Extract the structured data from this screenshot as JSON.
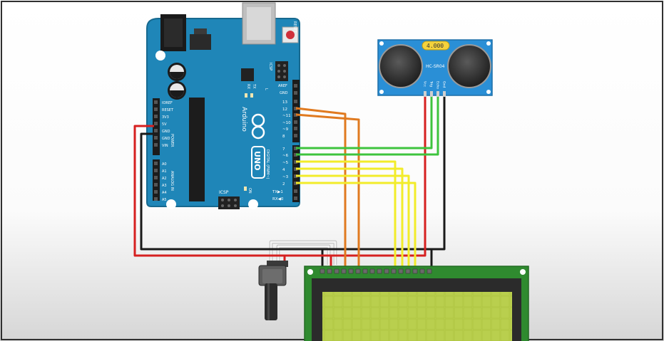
{
  "arduino": {
    "reset_label": "RESET",
    "icsp_label": "ICSP",
    "icsp2_label": "ICSP",
    "tx_label": "TX",
    "rx_label": "RX",
    "l_label": "L",
    "on_label": "ON",
    "brand_label": "Arduino",
    "model_label": "UNO",
    "power_label": "POWER",
    "analog_label": "ANALOG IN",
    "digital_label": "DIGITAL (PWM~)",
    "aref_label": "AREF",
    "gnd_label": "GND",
    "tx_pin_label": "TX▶1",
    "rx_pin_label": "RX◀0",
    "digital_pins": [
      "13",
      "12",
      "~11",
      "~10",
      "~9",
      "8",
      "7",
      "~6",
      "~5",
      "4",
      "~3",
      "2"
    ],
    "power_pins": [
      "IOREF",
      "RESET",
      "3V3",
      "5V",
      "GND",
      "GND",
      "VIN"
    ],
    "analog_pins": [
      "A0",
      "A1",
      "A2",
      "A3",
      "A4",
      "A5"
    ]
  },
  "sensor": {
    "crystal_label": "4.000",
    "model_label": "HC-SR04",
    "pins": [
      "Vcc",
      "Trig",
      "Echo",
      "Gnd"
    ]
  },
  "colors": {
    "board": "#1f86b8",
    "board_dark": "#17698f",
    "sensor": "#2a8fd6",
    "lcd_pcb": "#2f8a2f",
    "lcd_screen": "#b9cf4e",
    "wire_red": "#d62020",
    "wire_black": "#1a1a1a",
    "wire_orange": "#e07a20",
    "wire_green": "#3ec43e",
    "wire_yellow": "#f2ec2a",
    "wire_white": "#f4f4f4"
  }
}
